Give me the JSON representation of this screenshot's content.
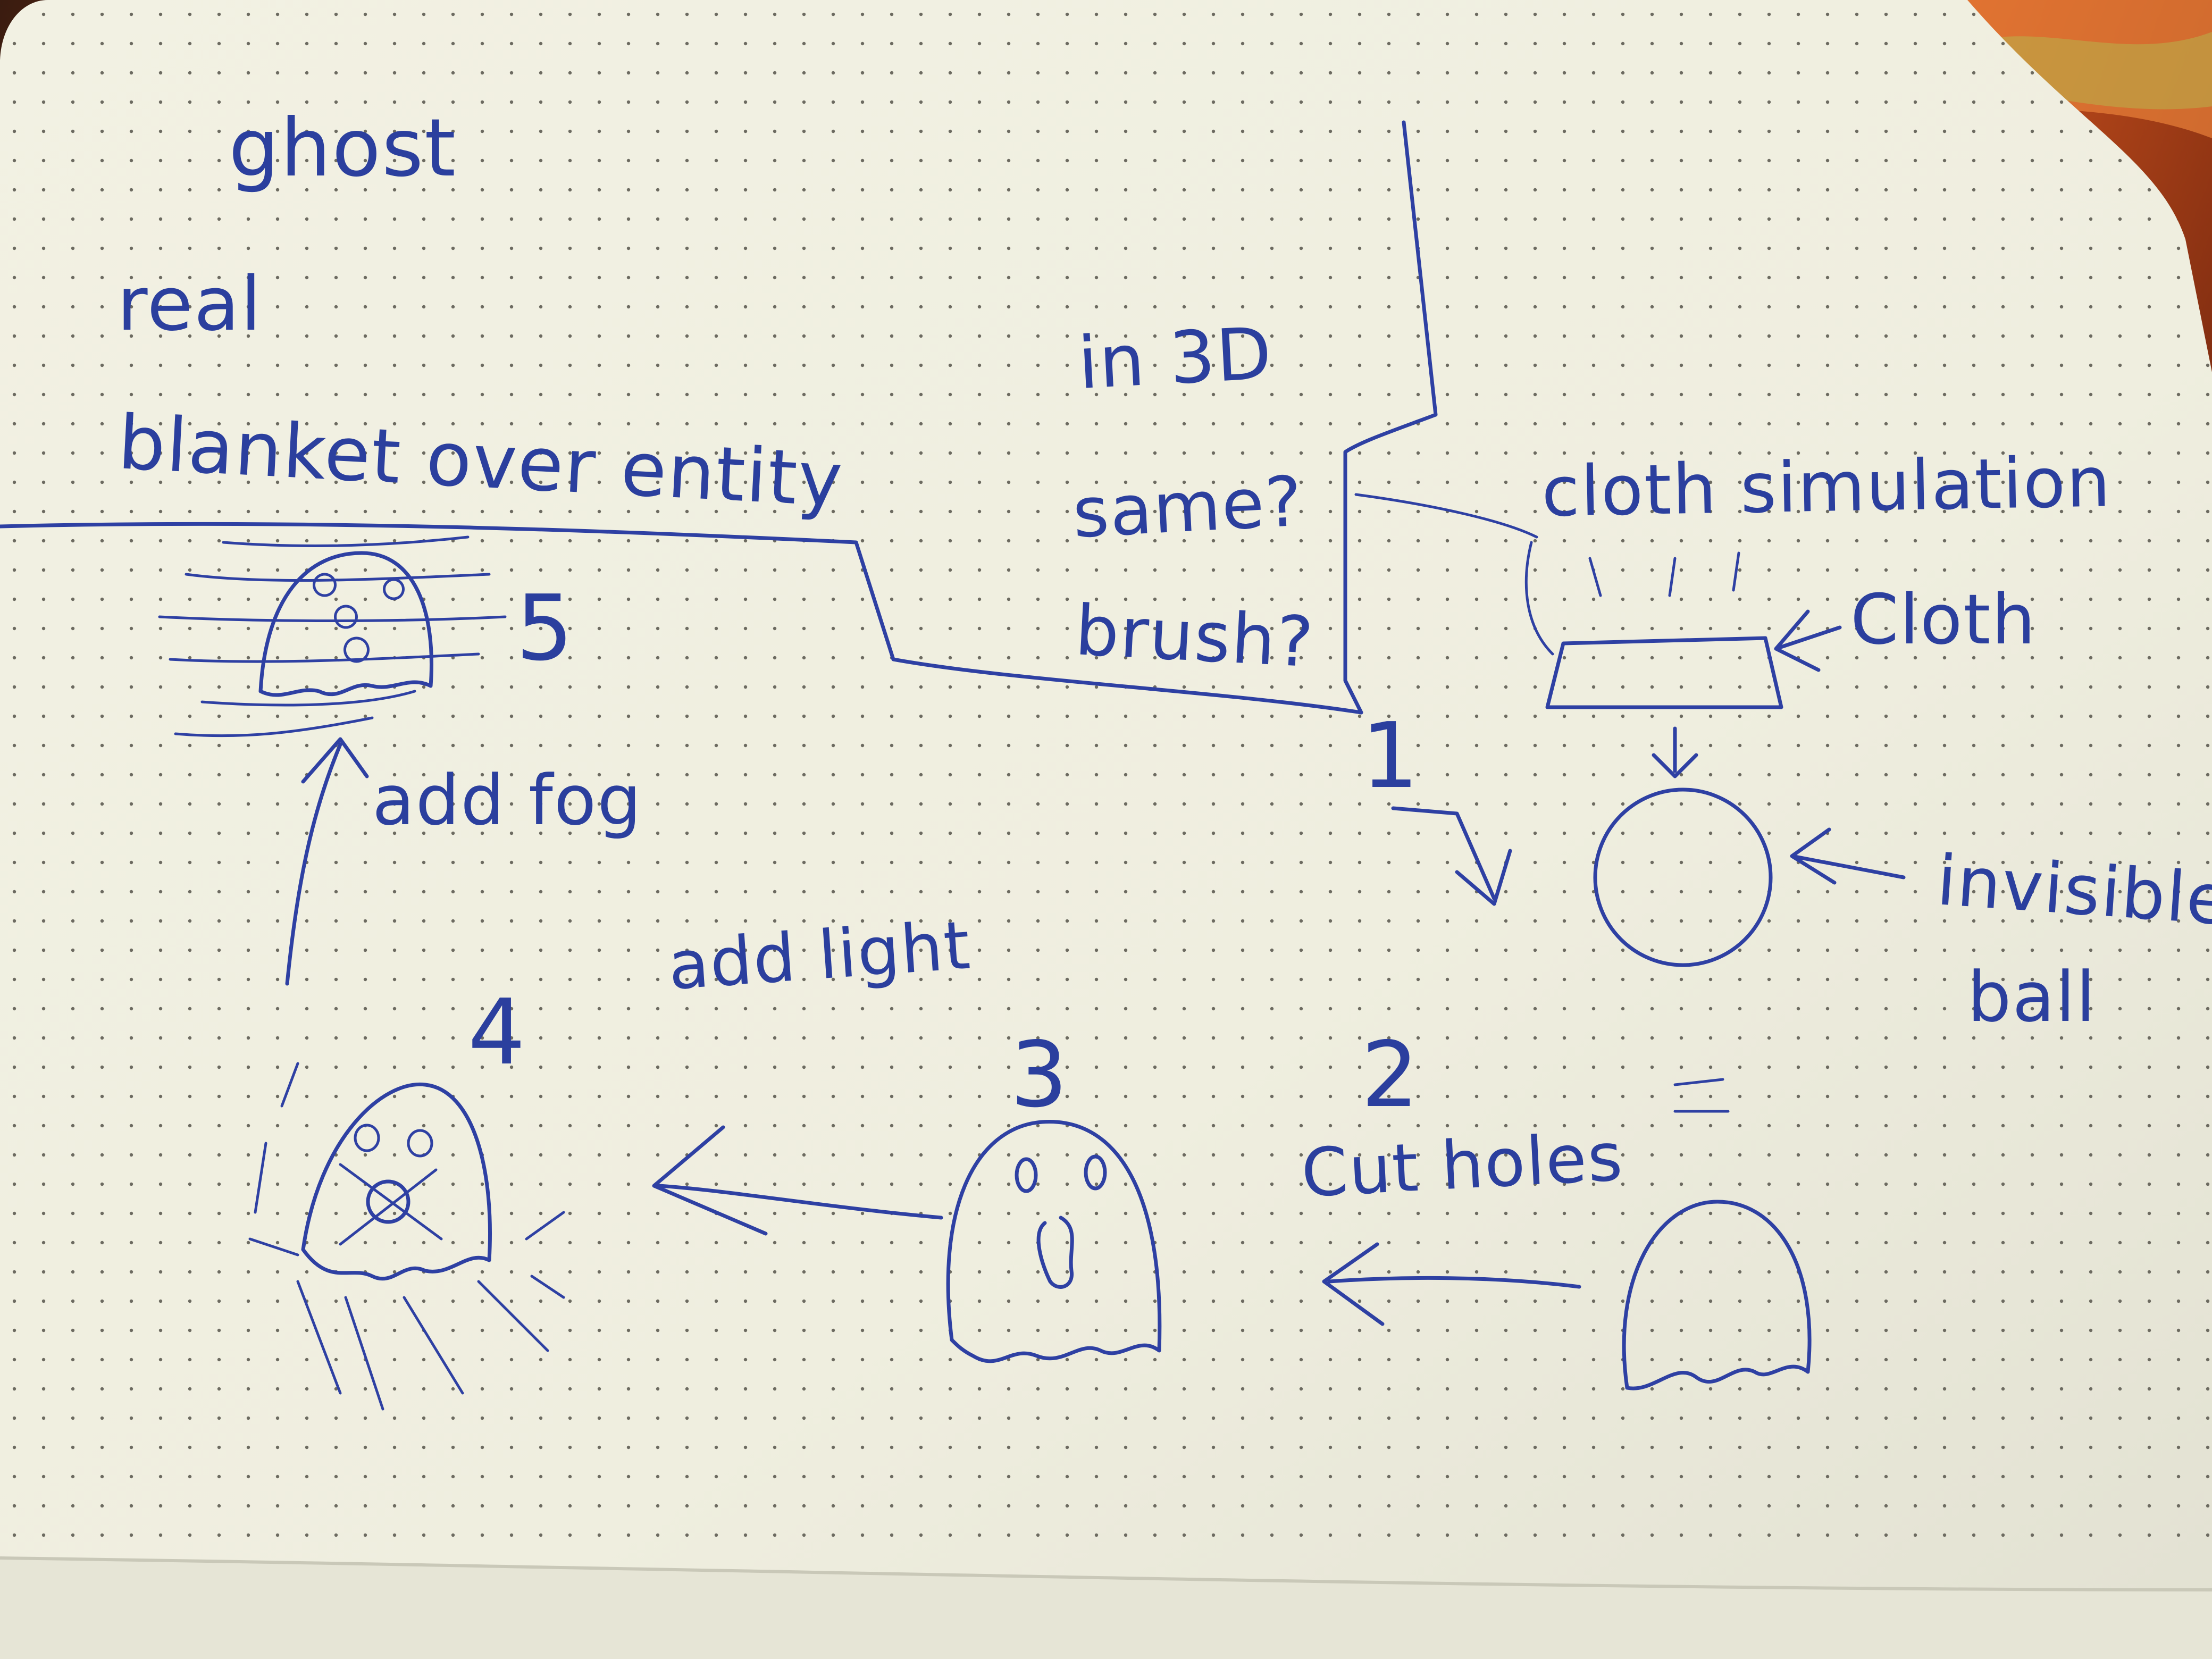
{
  "notes": {
    "ghost": "ghost",
    "real": "real",
    "blanket": "blanket over entity",
    "in_3d": "in 3D",
    "same": "same?",
    "brush": "brush?",
    "cloth_simulation": "cloth simulation",
    "cloth": "Cloth",
    "invisible": "invisible",
    "ball": "ball",
    "add_fog": "add fog",
    "add_light": "add light",
    "cut_holes": "Cut holes"
  },
  "steps": {
    "s1": "1",
    "s2": "2",
    "s3": "3",
    "s4": "4",
    "s5": "5"
  },
  "colors": {
    "ink": "#2e40a3",
    "paper": "#f3f2e6",
    "background": "#d2561e"
  }
}
